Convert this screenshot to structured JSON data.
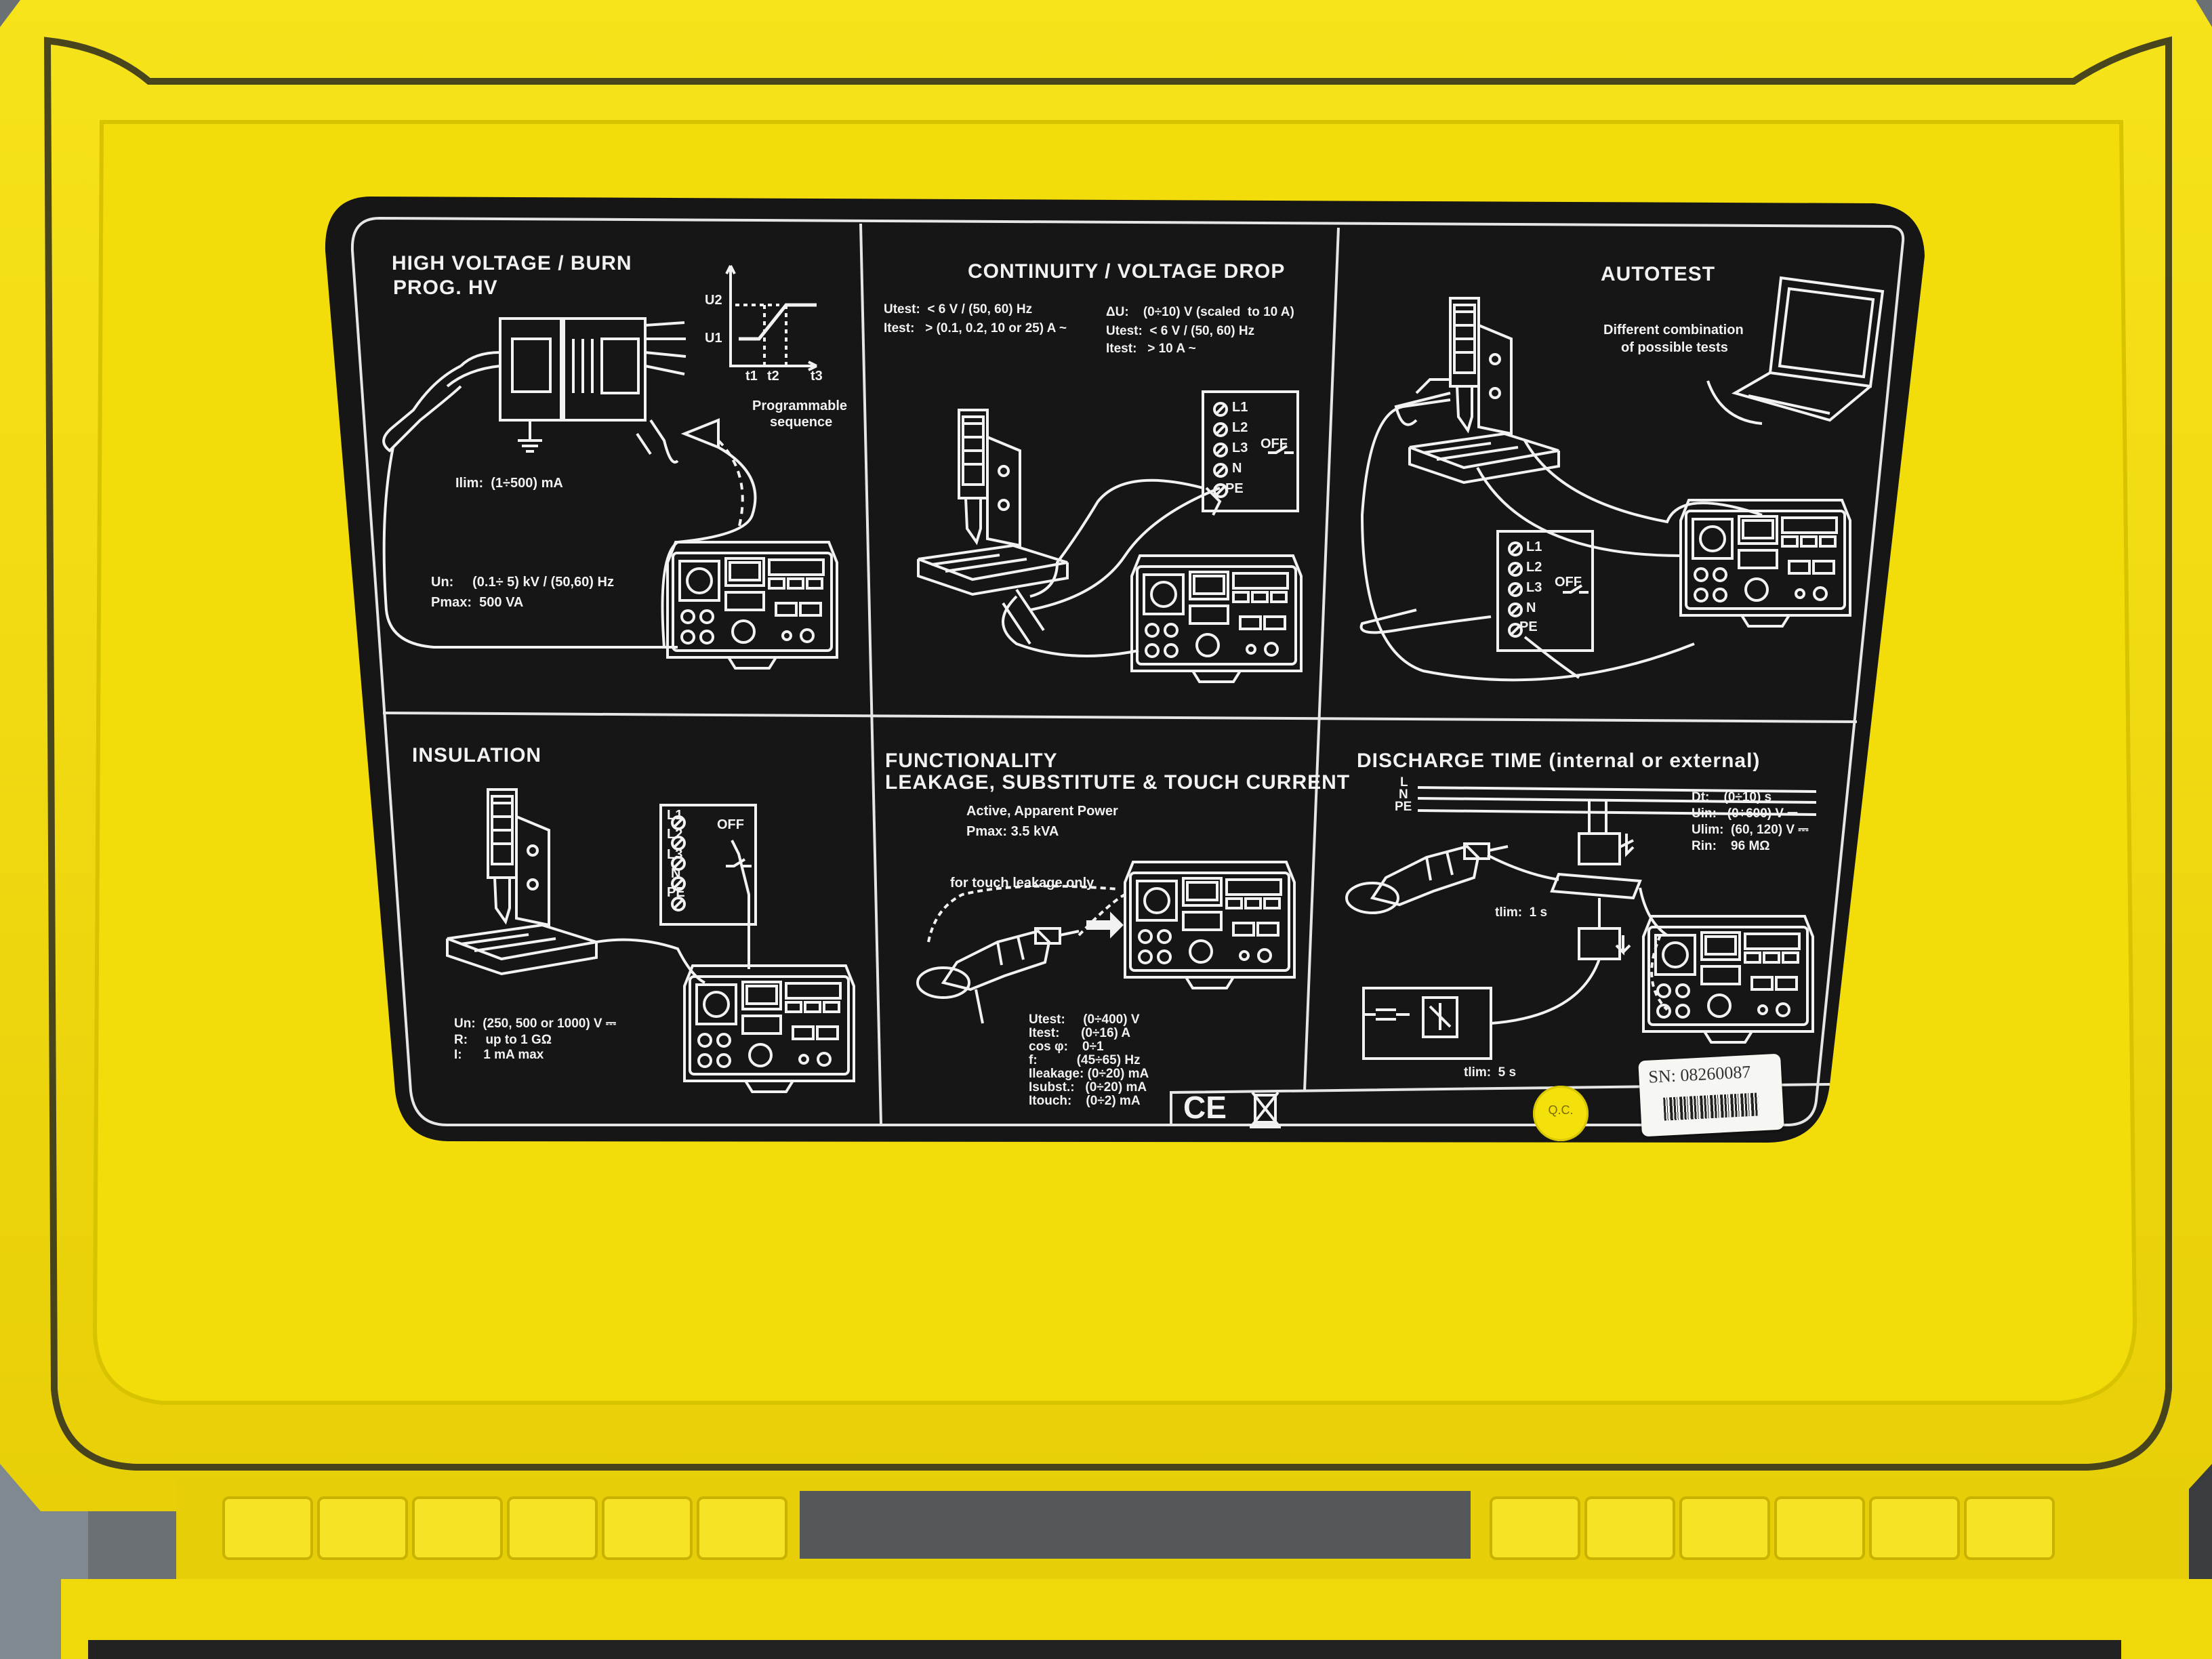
{
  "colors": {
    "case_yellow": "#f2dd0d",
    "panel_black": "#161616",
    "print_white": "#f2f2f2"
  },
  "panels": {
    "hv": {
      "title_1": "HIGH VOLTAGE  /  BURN",
      "title_2": "PROG. HV",
      "u2": "U2",
      "u1": "U1",
      "t1": "t1",
      "t2": "t2",
      "t3": "t3",
      "prog_1": "Programmable",
      "prog_2": "sequence",
      "ilim": "Ilim:  (1÷500) mA",
      "un": "Un:     (0.1÷ 5) kV / (50,60) Hz",
      "pmax": "Pmax:  500 VA"
    },
    "continuity": {
      "title": "CONTINUITY  /  VOLTAGE DROP",
      "utest": "Utest:  < 6 V / (50, 60) Hz",
      "itest": "Itest:   > (0.1, 0.2, 10 or 25) A ~",
      "du": "ΔU:    (0÷10) V (scaled  to 10 A)",
      "utest2": "Utest:  < 6 V / (50, 60) Hz",
      "itest2": "Itest:   > 10 A ~",
      "sw": [
        "L1",
        "L2",
        "L3",
        "N",
        "PE"
      ],
      "off": "OFF"
    },
    "autotest": {
      "title": "AUTOTEST",
      "note_1": "Different combination",
      "note_2": "of possible tests",
      "sw": [
        "L1",
        "L2",
        "L3",
        "N",
        "PE"
      ],
      "off": "OFF"
    },
    "insulation": {
      "title": "INSULATION",
      "sw": [
        "L1",
        "L2",
        "L3",
        "N",
        "PE"
      ],
      "off": "OFF",
      "un": "Un:  (250, 500 or 1000) V ⎓",
      "r": "R:     up to 1 GΩ",
      "i": "I:      1 mA max"
    },
    "functionality": {
      "title_1": "FUNCTIONALITY",
      "title_2": "LEAKAGE, SUBSTITUTE & TOUCH CURRENT",
      "power": "Active, Apparent Power",
      "pmax": "Pmax: 3.5 kVA",
      "touch": "for touch leakage only",
      "specs": [
        "Utest:     (0÷400) V",
        "Itest:      (0÷16) A",
        "cos φ:    0÷1",
        "f:           (45÷65) Hz",
        "Ileakage: (0÷20) mA",
        "Isubst.:   (0÷20) mA",
        "Itouch:    (0÷2) mA"
      ]
    },
    "discharge": {
      "title": "DISCHARGE TIME (internal or external)",
      "l": "L",
      "n": "N",
      "pe": "PE",
      "dt": "Dt:    (0÷10) s",
      "uin": "Uin:   (0÷600) V ⎓",
      "ulim": "Ulim:  (60, 120) V ⎓",
      "rin": "Rin:    96 MΩ",
      "tlim1": "tlim:  1 s",
      "tlim2": "tlim:  5 s"
    }
  },
  "marks": {
    "ce": "CE",
    "qc": "Q.C."
  },
  "sticker": {
    "serial": "SN: 08260087"
  }
}
